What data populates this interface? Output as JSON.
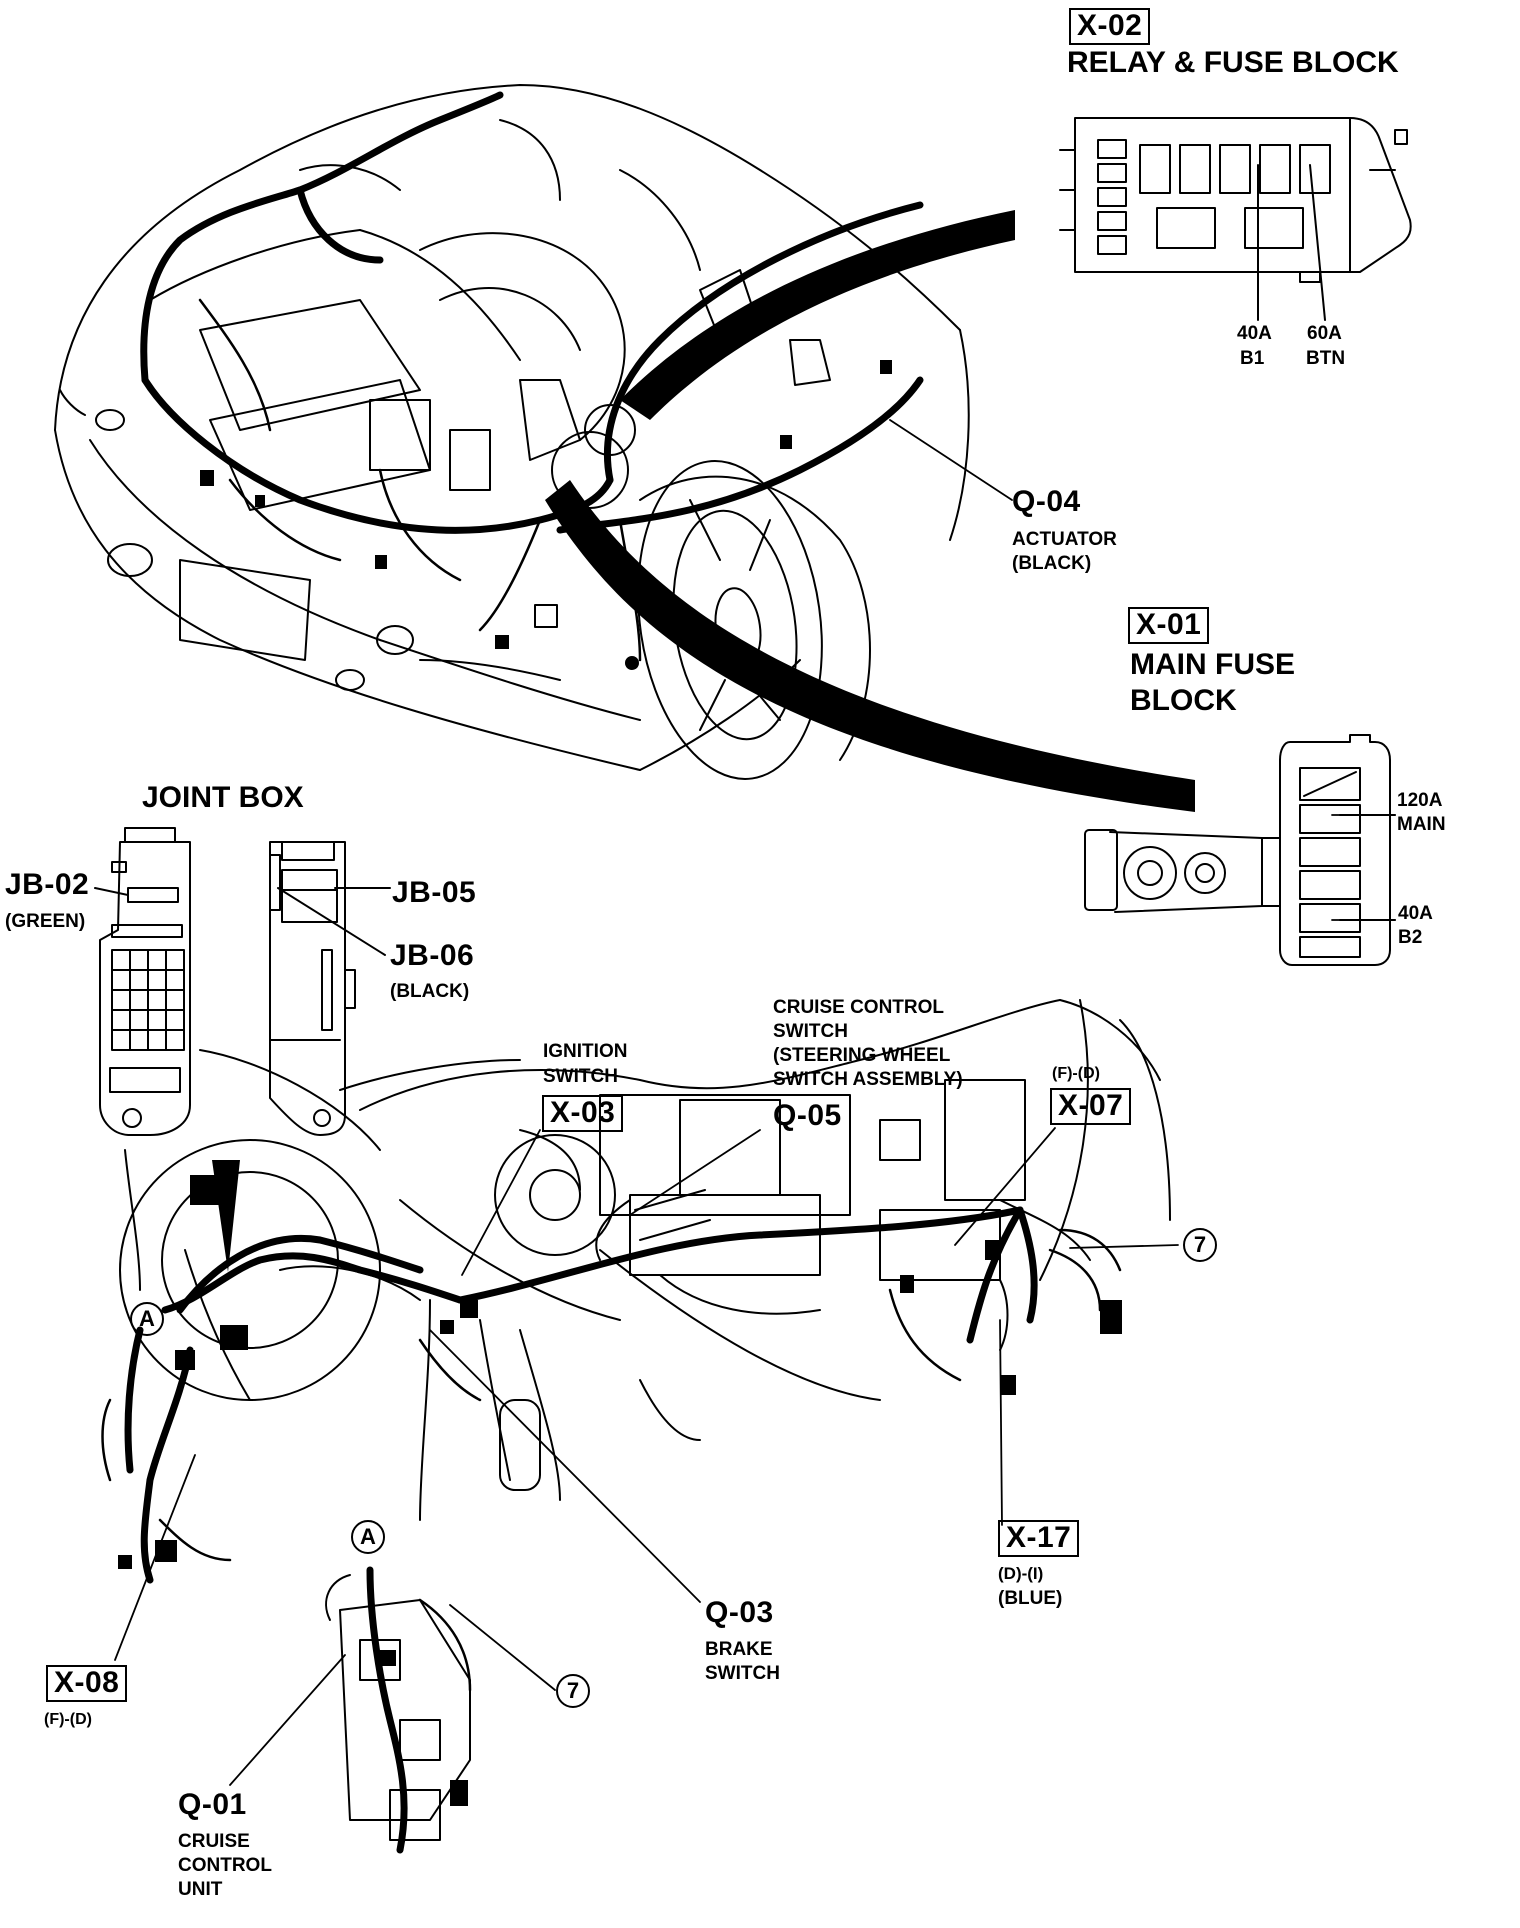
{
  "labels": {
    "x02": {
      "code": "X-02",
      "name": "RELAY & FUSE BLOCK"
    },
    "fuse_40a_b1": [
      "40A",
      "B1"
    ],
    "fuse_60a_btn": [
      "60A",
      "BTN"
    ],
    "q04": {
      "code": "Q-04",
      "lines": [
        "ACTUATOR",
        "(BLACK)"
      ]
    },
    "x01": {
      "code": "X-01",
      "lines": [
        "MAIN FUSE",
        "BLOCK"
      ]
    },
    "fuse_120a_main": [
      "120A",
      "MAIN"
    ],
    "fuse_40a_b2": [
      "40A",
      "B2"
    ],
    "joint_box": "JOINT BOX",
    "jb02": {
      "code": "JB-02",
      "color": "(GREEN)"
    },
    "jb05": {
      "code": "JB-05"
    },
    "jb06": {
      "code": "JB-06",
      "color": "(BLACK)"
    },
    "q05": {
      "code": "Q-05",
      "lines": [
        "CRUISE CONTROL",
        "SWITCH",
        "(STEERING WHEEL",
        "SWITCH ASSEMBLY)"
      ]
    },
    "x03": {
      "code": "X-03",
      "lines": [
        "IGNITION",
        "SWITCH"
      ]
    },
    "x07": {
      "code": "X-07",
      "note": "(F)-(D)"
    },
    "x17": {
      "code": "X-17",
      "note": "(D)-(I)",
      "color": "(BLUE)"
    },
    "q03": {
      "code": "Q-03",
      "lines": [
        "BRAKE",
        "SWITCH"
      ]
    },
    "x08": {
      "code": "X-08",
      "note": "(F)-(D)"
    },
    "q01": {
      "code": "Q-01",
      "lines": [
        "CRUISE",
        "CONTROL",
        "UNIT"
      ]
    },
    "ref_a": "A",
    "ref_7": "7"
  }
}
